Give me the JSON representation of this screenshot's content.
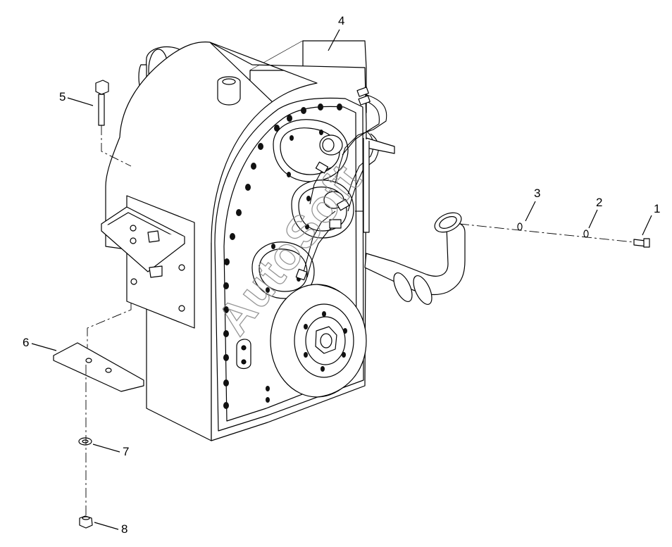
{
  "diagram": {
    "watermark": "AutoSoft",
    "line_color": "#000000",
    "fill_color": "#ffffff",
    "callouts": [
      {
        "id": "1",
        "label": "1",
        "part": "bolt-right"
      },
      {
        "id": "2",
        "label": "2",
        "part": "o-ring-small"
      },
      {
        "id": "3",
        "label": "3",
        "part": "o-ring-large"
      },
      {
        "id": "4",
        "label": "4",
        "part": "transmission-housing"
      },
      {
        "id": "5",
        "label": "5",
        "part": "mounting-bolt"
      },
      {
        "id": "6",
        "label": "6",
        "part": "mounting-plate"
      },
      {
        "id": "7",
        "label": "7",
        "part": "washer"
      },
      {
        "id": "8",
        "label": "8",
        "part": "nut"
      }
    ]
  }
}
